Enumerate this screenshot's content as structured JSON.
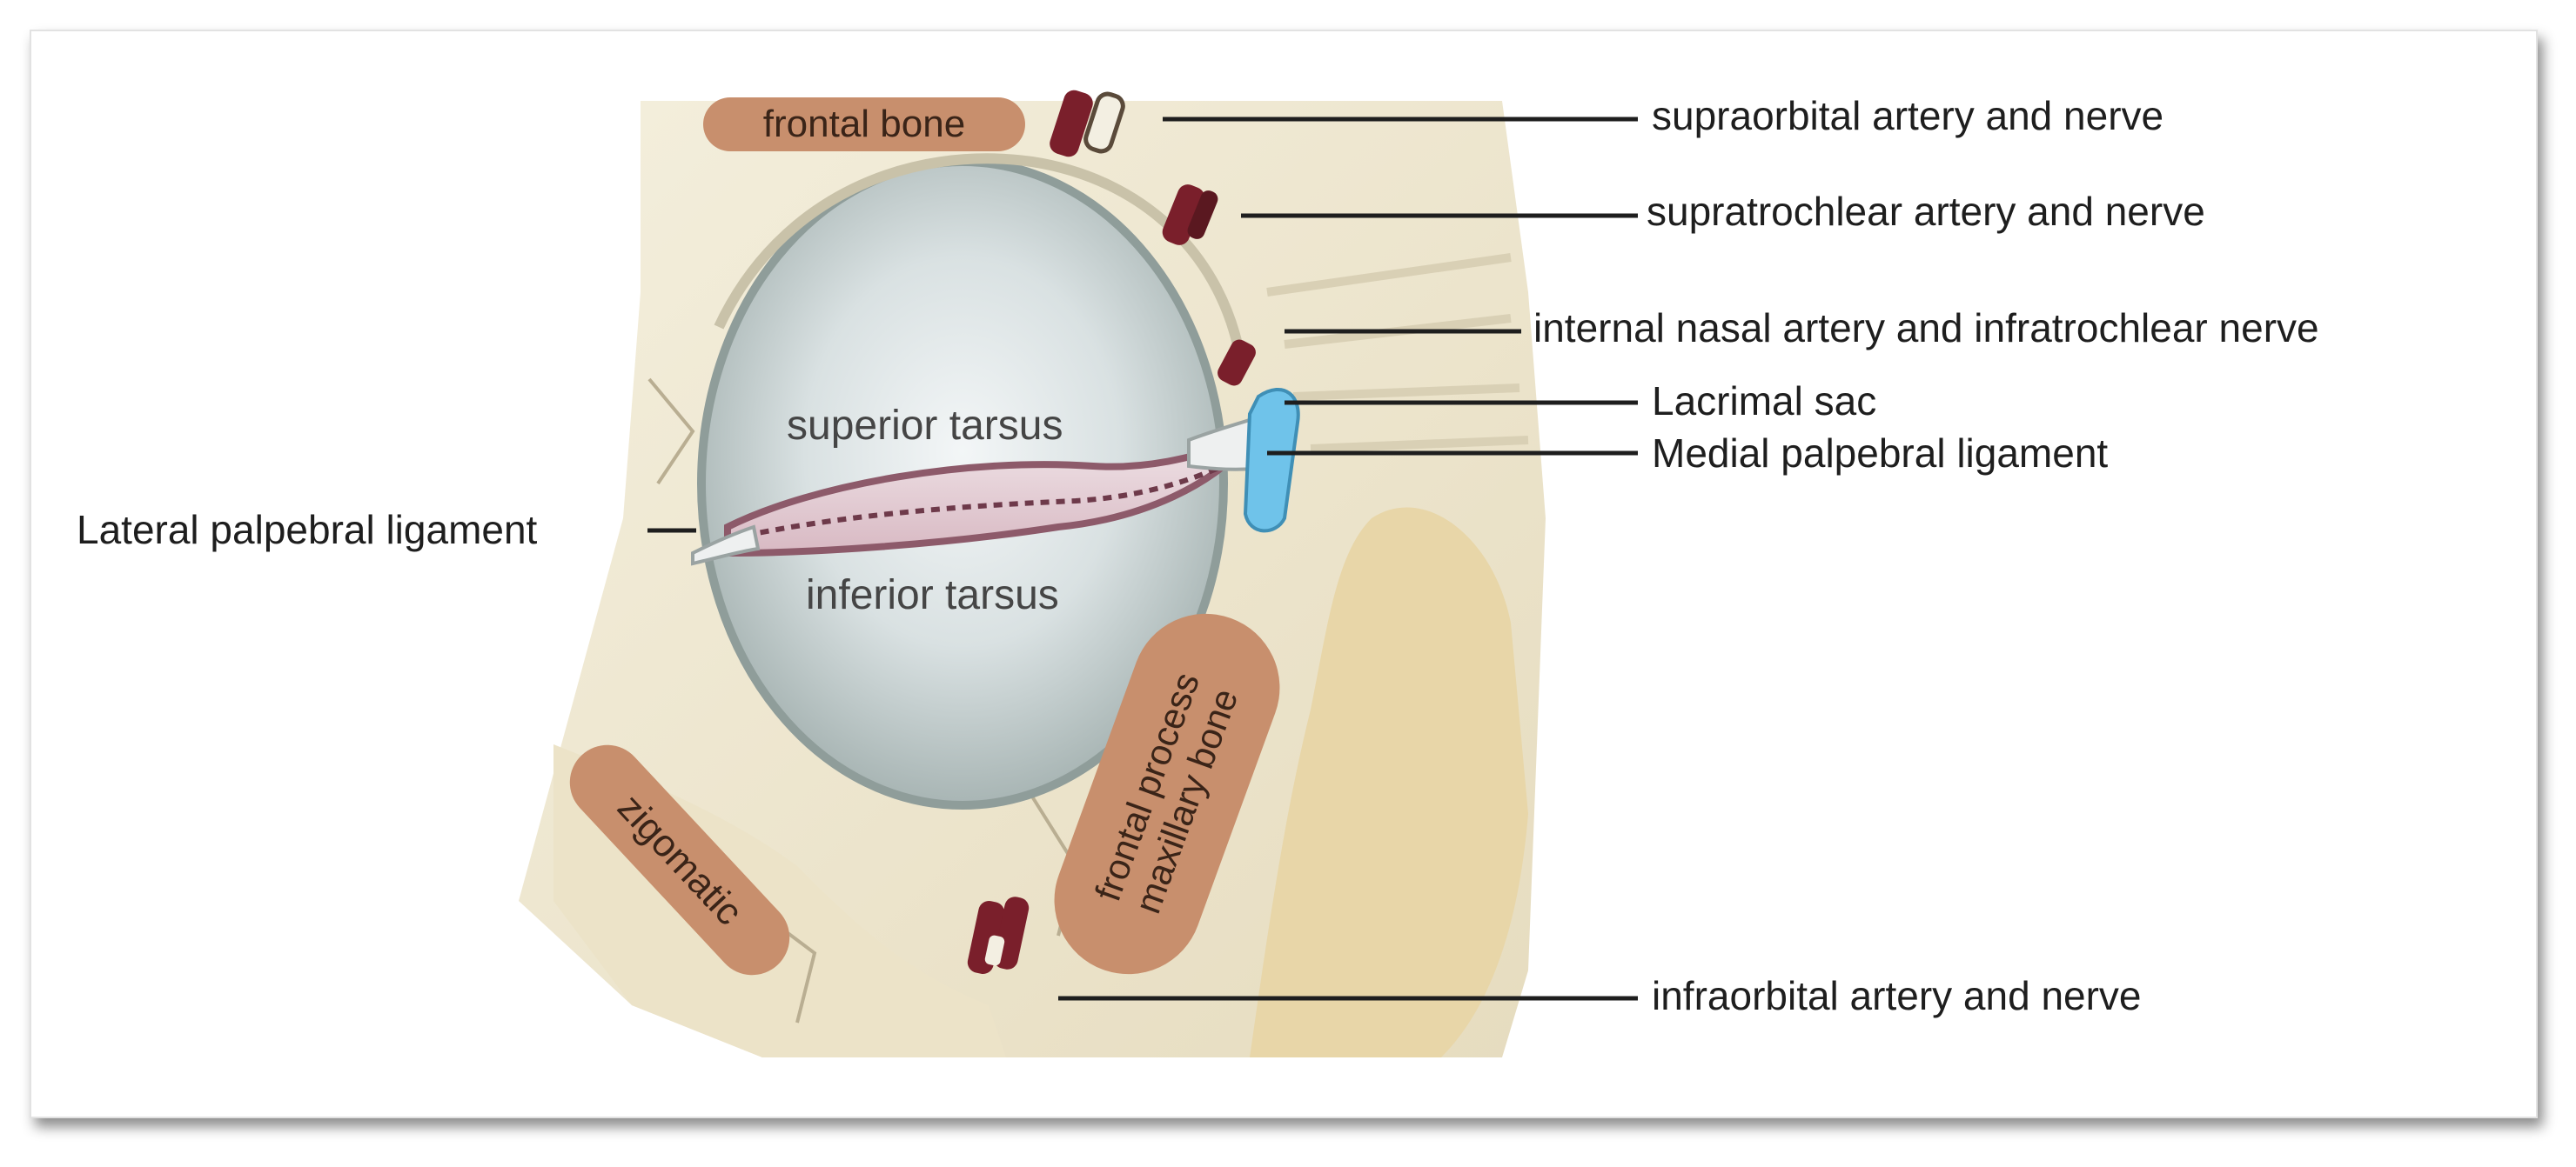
{
  "labels": {
    "supraorbital": "supraorbital artery and nerve",
    "supratrochlear": "supratrochlear artery and nerve",
    "internal_nasal": "internal nasal artery and infratrochlear nerve",
    "lacrimal_sac": "Lacrimal sac",
    "medial_palpebral": "Medial palpebral ligament",
    "lateral_palpebral": "Lateral palpebral ligament",
    "infraorbital": "infraorbital artery and nerve",
    "superior_tarsus": "superior tarsus",
    "inferior_tarsus": "inferior tarsus"
  },
  "bone_tags": {
    "frontal_bone": "frontal bone",
    "zigomatic": "zigomatic",
    "frontal_process_line1": "frontal process",
    "frontal_process_line2": "maxillary bone"
  },
  "colors": {
    "bone_tag": "#c88f6d",
    "vessel": "#7a1f2b",
    "lacrimal_sac": "#6fc3ea",
    "leader_line": "#1e1e1e"
  }
}
